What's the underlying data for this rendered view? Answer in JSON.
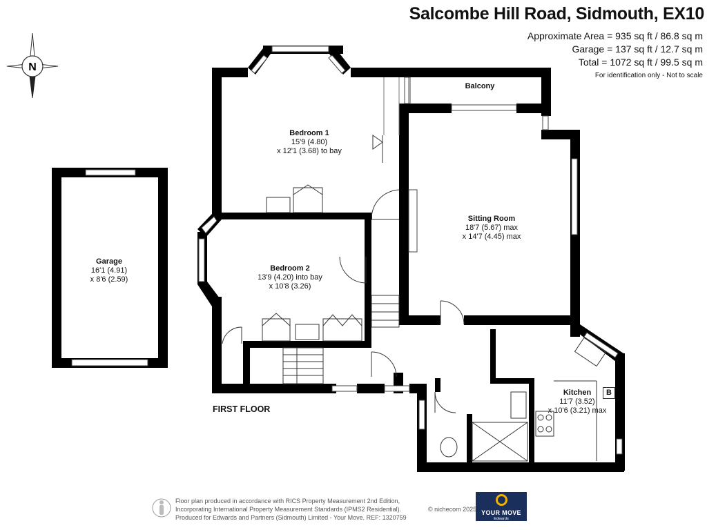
{
  "header": {
    "title": "Salcombe Hill Road, Sidmouth, EX10",
    "approx_area": "Approximate Area = 935 sq ft / 86.8 sq m",
    "garage_area": "Garage = 137 sq ft / 12.7 sq m",
    "total_area": "Total = 1072 sq ft / 99.5 sq m",
    "disclaimer": "For identification only - Not to scale"
  },
  "compass": {
    "label": "N"
  },
  "floor_label": "FIRST FLOOR",
  "rooms": {
    "bedroom1": {
      "name": "Bedroom 1",
      "dim1": "15'9 (4.80)",
      "dim2": "x 12'1 (3.68) to bay"
    },
    "bedroom2": {
      "name": "Bedroom 2",
      "dim1": "13'9 (4.20) into bay",
      "dim2": "x 10'8 (3.26)"
    },
    "sitting": {
      "name": "Sitting Room",
      "dim1": "18'7 (5.67) max",
      "dim2": "x 14'7 (4.45) max"
    },
    "kitchen": {
      "name": "Kitchen",
      "dim1": "11'7 (3.52)",
      "dim2": "x 10'6 (3.21) max"
    },
    "garage": {
      "name": "Garage",
      "dim1": "16'1 (4.91)",
      "dim2": "x 8'6 (2.59)"
    },
    "balcony": {
      "name": "Balcony"
    },
    "boiler": {
      "label": "B"
    }
  },
  "footer": {
    "line1": "Floor plan produced in accordance with RICS Property Measurement 2nd Edition,",
    "line2": "Incorporating International Property Measurement Standards (IPMS2 Residential).",
    "line3": "Produced for Edwards and Partners (Sidmouth) Limited - Your Move.   REF:  1320759",
    "copyright": "© nichecom 2025.",
    "logo_text": "YOUR MOVE",
    "logo_sub": "Edwards"
  },
  "colors": {
    "wall": "#000000",
    "logo_bg": "#1b2f5c",
    "logo_ring": "#f0b400"
  }
}
